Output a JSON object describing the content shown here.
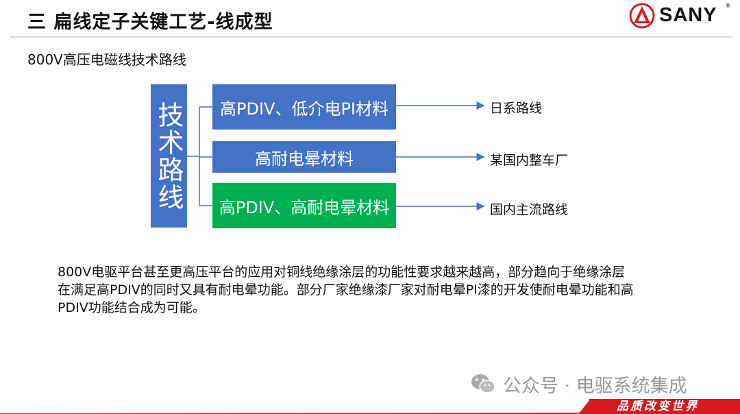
{
  "header": {
    "title": "三 扁线定子关键工艺-线成型",
    "logo_text": "SANY",
    "logo_reg": "®"
  },
  "subtitle": "800V高压电磁线技术路线",
  "diagram": {
    "root_label": "技术路线",
    "branches": [
      {
        "label": "高PDIV、低介电PI材料",
        "outcome": "日系路线",
        "color": "#4472c4"
      },
      {
        "label": "高耐电晕材料",
        "outcome": "某国内整车厂",
        "color": "#4472c4"
      },
      {
        "label": "高PDIV、高耐电晕材料",
        "outcome": "国内主流路线",
        "color": "#00b050"
      }
    ]
  },
  "paragraph": {
    "line1": "800V电驱平台甚至更高压平台的应用对铜线绝缘涂层的功能性要求越来越高，部分趋向于绝缘涂层",
    "line2": "在满足高PDIV的同时又具有耐电晕功能。部分厂家绝缘漆厂家对耐电晕PI漆的开发使耐电晕功能和高",
    "line3": "PDIV功能结合成为可能。"
  },
  "watermark": "公众号 · 电驱系统集成",
  "footer": {
    "slogan": "品质改变世界",
    "accent_color": "#d71920"
  },
  "icons": [
    "sany-logo-icon",
    "wechat-icon"
  ]
}
